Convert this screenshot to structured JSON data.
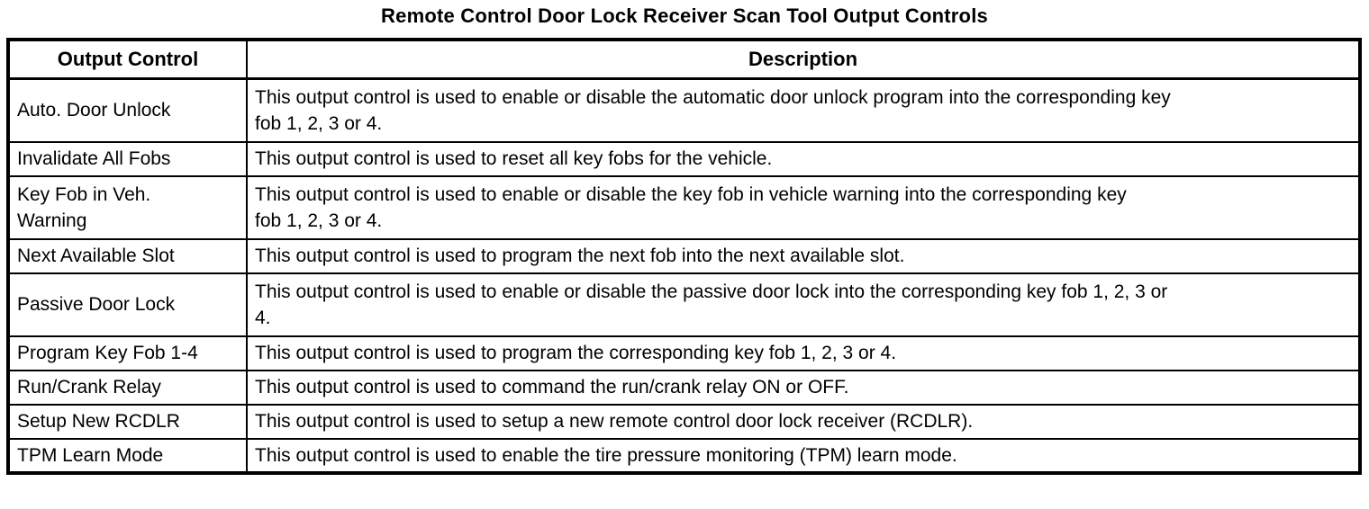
{
  "title": "Remote Control Door Lock Receiver Scan Tool Output Controls",
  "table": {
    "headers": [
      "Output Control",
      "Description"
    ],
    "rows": [
      {
        "control": "Auto. Door Unlock",
        "description": "This output control is used to enable or disable the automatic door unlock program into the corresponding key\nfob 1, 2, 3 or 4."
      },
      {
        "control": "Invalidate All Fobs",
        "description": "This output control is used to reset all key fobs for the vehicle."
      },
      {
        "control": "Key Fob in Veh.\nWarning",
        "description": "This output control is used to enable or disable the key fob in vehicle warning into the corresponding key\nfob 1, 2, 3 or 4."
      },
      {
        "control": "Next Available Slot",
        "description": "This output control is used to program the next fob into the next available slot."
      },
      {
        "control": "Passive Door Lock",
        "description": "This output control is used to enable or disable the passive door lock into the corresponding key fob 1, 2, 3 or\n4."
      },
      {
        "control": "Program Key Fob 1-4",
        "description": "This output control is used to program the corresponding key fob 1, 2, 3 or 4."
      },
      {
        "control": "Run/Crank Relay",
        "description": "This output control is used to command the run/crank relay ON or OFF."
      },
      {
        "control": "Setup New RCDLR",
        "description": "This output control is used to setup a new remote control door lock receiver (RCDLR)."
      },
      {
        "control": "TPM Learn Mode",
        "description": "This output control is used to enable the tire pressure monitoring (TPM) learn mode."
      }
    ]
  }
}
